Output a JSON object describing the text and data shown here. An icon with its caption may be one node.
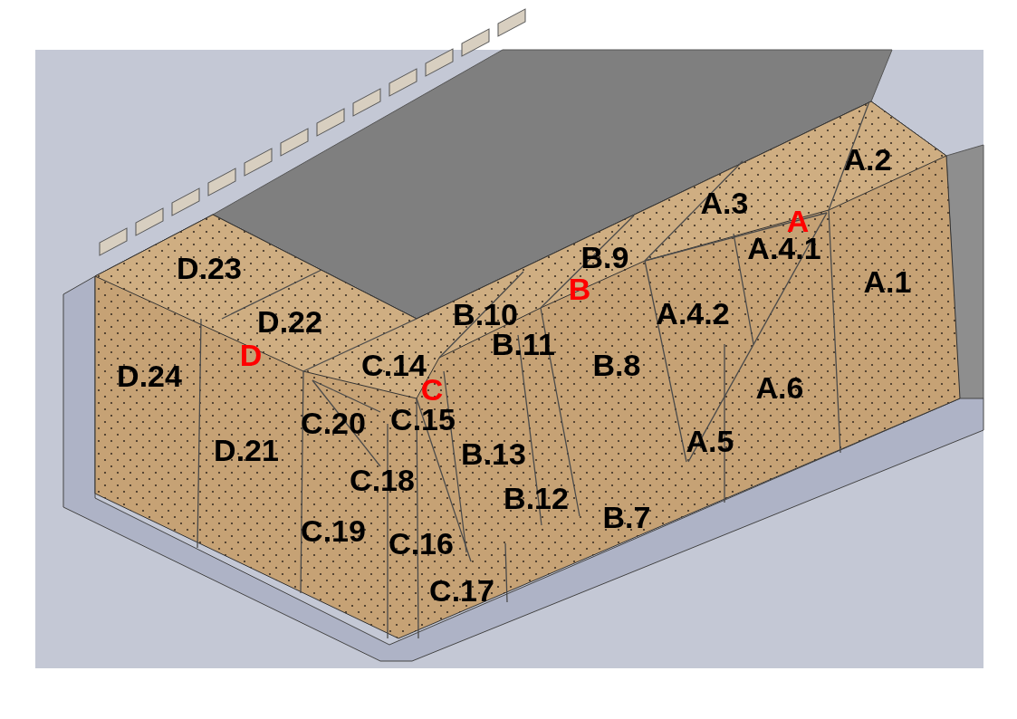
{
  "diagram": {
    "labels": [
      "A.2",
      "A.3",
      "A",
      "A.4.1",
      "B.9",
      "A.1",
      "D.23",
      "B",
      "B.10",
      "A.4.2",
      "D.22",
      "B.11",
      "D",
      "B.8",
      "D.24",
      "C.14",
      "C",
      "A.6",
      "C.15",
      "C.20",
      "A.5",
      "D.21",
      "B.13",
      "C.18",
      "B.12",
      "B.7",
      "C.19",
      "C.16",
      "C.17"
    ]
  }
}
